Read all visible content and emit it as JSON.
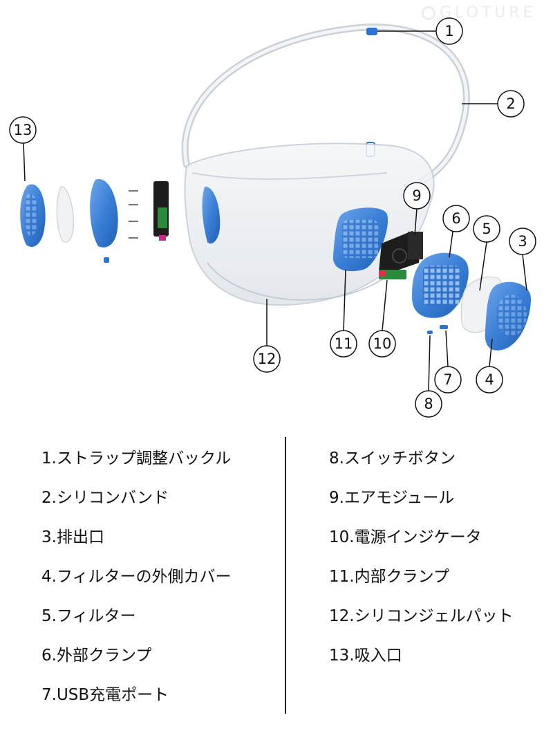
{
  "watermark": {
    "text": "GLOTURE"
  },
  "callouts": [
    {
      "number": "1"
    },
    {
      "number": "2"
    },
    {
      "number": "3"
    },
    {
      "number": "4"
    },
    {
      "number": "5"
    },
    {
      "number": "6"
    },
    {
      "number": "7"
    },
    {
      "number": "8"
    },
    {
      "number": "9"
    },
    {
      "number": "10"
    },
    {
      "number": "11"
    },
    {
      "number": "12"
    },
    {
      "number": "13"
    }
  ],
  "legend": {
    "left": [
      "1.ストラップ調整バックル",
      "2.シリコンバンド",
      "3.排出口",
      "4.フィルターの外側カバー",
      "5.フィルター",
      "6.外部クランプ",
      "7.USB充電ポート"
    ],
    "right": [
      "8.スイッチボタン",
      "9.エアモジュール",
      "10.電源インジケータ",
      "11.内部クランプ",
      "12.シリコンジェルパット",
      "13.吸入口"
    ]
  },
  "colors": {
    "part_blue": "#3a7fd6",
    "part_blue_dark": "#1f5fb8",
    "clear_shell": "#d9dee4",
    "line": "#111111"
  }
}
